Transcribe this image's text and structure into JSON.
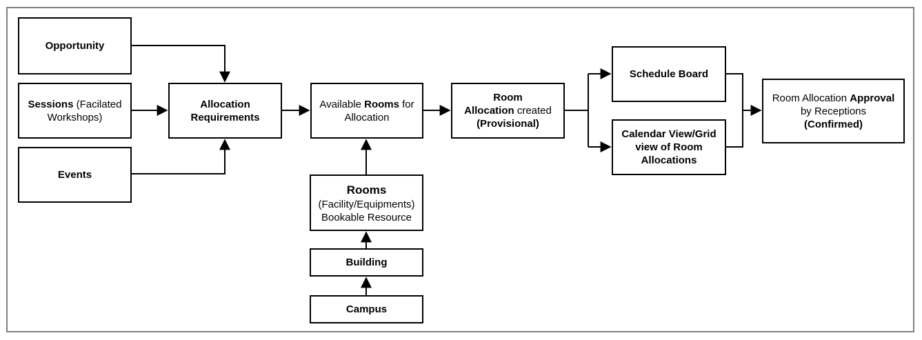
{
  "diagram": {
    "type": "flowchart",
    "colors": {
      "background": "#ffffff",
      "frame_border": "#808080",
      "node_border": "#000000",
      "line": "#000000",
      "text": "#000000"
    },
    "nodes": {
      "opportunity": {
        "label": "Opportunity",
        "lines": [
          [
            {
              "t": "Opportunity",
              "b": 1
            }
          ]
        ]
      },
      "sessions": {
        "label": "Sessions (Facilated Workshops)",
        "lines": [
          [
            {
              "t": "Sessions",
              "b": 1
            },
            {
              "t": " (Facilated",
              "b": 0
            }
          ],
          [
            {
              "t": "Workshops)",
              "b": 0
            }
          ]
        ]
      },
      "events": {
        "label": "Events",
        "lines": [
          [
            {
              "t": "Events",
              "b": 1
            }
          ]
        ]
      },
      "allocation_requirements": {
        "label": "Allocation Requirements",
        "lines": [
          [
            {
              "t": "Allocation",
              "b": 1
            }
          ],
          [
            {
              "t": "Requirements",
              "b": 1
            }
          ]
        ]
      },
      "available_rooms": {
        "label": "Available Rooms for Allocation",
        "lines": [
          [
            {
              "t": "Available ",
              "b": 0
            },
            {
              "t": "Rooms",
              "b": 1
            },
            {
              "t": " for",
              "b": 0
            }
          ],
          [
            {
              "t": "Allocation",
              "b": 0
            }
          ]
        ]
      },
      "room_allocation_created": {
        "label": "Room Allocation created (Provisional)",
        "lines": [
          [
            {
              "t": "Room",
              "b": 1
            }
          ],
          [
            {
              "t": "Allocation",
              "b": 1
            },
            {
              "t": " created",
              "b": 0
            }
          ],
          [
            {
              "t": "(Provisional)",
              "b": 1
            }
          ]
        ]
      },
      "schedule_board": {
        "label": "Schedule Board",
        "lines": [
          [
            {
              "t": "Schedule Board",
              "b": 1
            }
          ]
        ]
      },
      "calendar_view": {
        "label": "Calendar View/Grid view of Room Allocations",
        "lines": [
          [
            {
              "t": "Calendar View/Grid",
              "b": 1
            }
          ],
          [
            {
              "t": "view of Room",
              "b": 1
            }
          ],
          [
            {
              "t": "Allocations",
              "b": 1
            }
          ]
        ]
      },
      "approval": {
        "label": "Room Allocation Approval by Receptions (Confirmed)",
        "lines": [
          [
            {
              "t": "Room Allocation ",
              "b": 0
            },
            {
              "t": "Approval",
              "b": 1
            }
          ],
          [
            {
              "t": "by Receptions",
              "b": 0
            }
          ],
          [
            {
              "t": "(Confirmed)",
              "b": 1
            }
          ]
        ]
      },
      "rooms": {
        "label": "Rooms (Facility/Equipments) Bookable Resource",
        "lines": [
          [
            {
              "t": "Rooms",
              "b": 1
            }
          ],
          [
            {
              "t": "(Facility/Equipments)",
              "b": 0
            }
          ],
          [
            {
              "t": "Bookable Resource",
              "b": 0
            }
          ]
        ]
      },
      "building": {
        "label": "Building",
        "lines": [
          [
            {
              "t": "Building",
              "b": 1
            }
          ]
        ]
      },
      "campus": {
        "label": "Campus",
        "lines": [
          [
            {
              "t": "Campus",
              "b": 1
            }
          ]
        ]
      }
    },
    "edges": [
      {
        "from": "opportunity",
        "to": "allocation_requirements"
      },
      {
        "from": "sessions",
        "to": "allocation_requirements"
      },
      {
        "from": "events",
        "to": "allocation_requirements"
      },
      {
        "from": "allocation_requirements",
        "to": "available_rooms"
      },
      {
        "from": "available_rooms",
        "to": "room_allocation_created"
      },
      {
        "from": "room_allocation_created",
        "to": "schedule_board"
      },
      {
        "from": "room_allocation_created",
        "to": "calendar_view"
      },
      {
        "from": "schedule_board",
        "to": "approval"
      },
      {
        "from": "calendar_view",
        "to": "approval"
      },
      {
        "from": "rooms",
        "to": "available_rooms"
      },
      {
        "from": "building",
        "to": "rooms"
      },
      {
        "from": "campus",
        "to": "building"
      }
    ]
  }
}
